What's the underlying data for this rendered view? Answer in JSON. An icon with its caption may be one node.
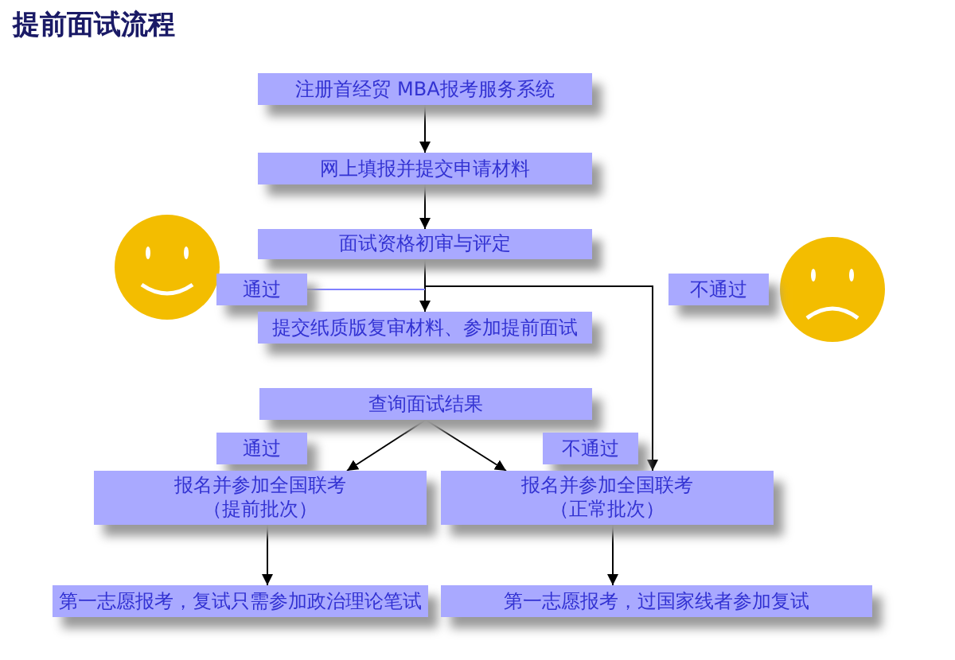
{
  "diagram": {
    "title": "提前面试流程",
    "nodes": [
      {
        "text": [
          "注册首经贸 MBA报考服务系统"
        ]
      },
      {
        "text": [
          "网上填报并提交申请材料"
        ]
      },
      {
        "text": [
          "面试资格初审与评定"
        ]
      },
      {
        "text": [
          "通过"
        ]
      },
      {
        "text": [
          "不通过"
        ]
      },
      {
        "text": [
          "提交纸质版复审材料、参加提前面试"
        ]
      },
      {
        "text": [
          "查询面试结果"
        ]
      },
      {
        "text": [
          "通过"
        ]
      },
      {
        "text": [
          "不通过"
        ]
      },
      {
        "text": [
          "报名并参加全国联考（提前批次）"
        ]
      },
      {
        "text": [
          "报名并参加全国联考（正常批次）"
        ]
      },
      {
        "text": [
          "第一志愿报考，复试只需参加政治理论笔试"
        ]
      },
      {
        "text": [
          "第一志愿报考，过国家线者参加复试"
        ]
      }
    ],
    "edges": [
      {
        "from": 0,
        "to": 1,
        "arrow": "to"
      },
      {
        "from": 1,
        "to": 2,
        "arrow": "to"
      },
      {
        "from": 2,
        "to": 5,
        "arrow": "to"
      },
      {
        "from": 2,
        "to": 10,
        "arrow": "to"
      },
      {
        "from": 3,
        "to": null,
        "arrow": "none",
        "color": "#8080ff"
      },
      {
        "from": 6,
        "to": 9,
        "arrow": "to"
      },
      {
        "from": 6,
        "to": 10,
        "arrow": "to"
      },
      {
        "from": 9,
        "to": 11,
        "arrow": "to"
      },
      {
        "from": 10,
        "to": 12,
        "arrow": "to"
      }
    ]
  }
}
